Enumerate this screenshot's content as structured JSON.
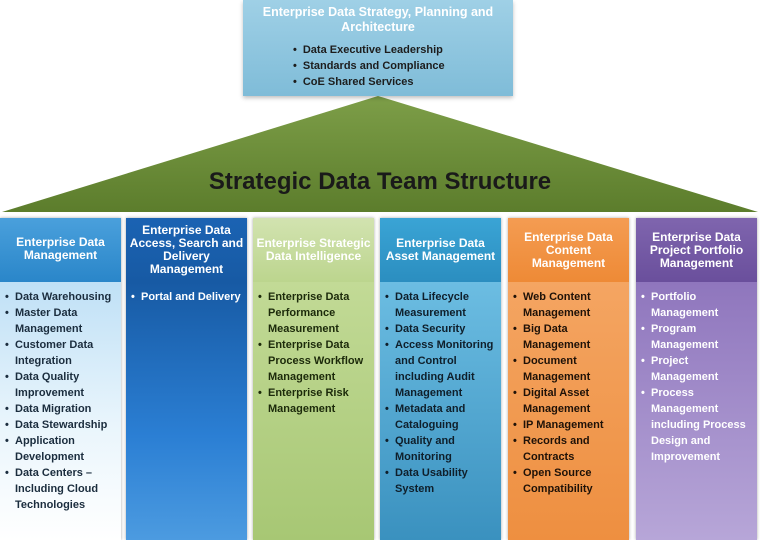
{
  "top": {
    "title": "Enterprise Data Strategy, Planning and Architecture",
    "items": [
      "Data Executive Leadership",
      "Standards and Compliance",
      "CoE Shared Services"
    ]
  },
  "roof_title": "Strategic Data Team Structure",
  "colors": {
    "roof": "#6b8c3a",
    "top_box": "#8ec6e0",
    "pillar1": "#2a86c9",
    "pillar2": "#175aa4",
    "pillar3": "#bcd58e",
    "pillar4": "#2b8ec0",
    "pillar5": "#ee8a36",
    "pillar6": "#6a4f9c"
  },
  "pillars": [
    {
      "title": "Enterprise Data Management",
      "items": [
        "Data Warehousing",
        "Master Data Management",
        "Customer Data Integration",
        "Data Quality Improvement",
        "Data Migration",
        "Data Stewardship",
        "Application Development",
        "Data Centers – Including Cloud Technologies"
      ]
    },
    {
      "title": "Enterprise Data Access, Search and Delivery Management",
      "items": [
        "Portal and Delivery"
      ]
    },
    {
      "title": "Enterprise Strategic Data Intelligence",
      "items": [
        "Enterprise Data Performance Measurement",
        "Enterprise Data Process Workflow Management",
        "Enterprise Risk Management"
      ]
    },
    {
      "title": "Enterprise Data Asset Management",
      "items": [
        "Data Lifecycle Measurement",
        "Data Security",
        "Access Monitoring and Control including Audit Management",
        "Metadata and Cataloguing",
        "Quality and Monitoring",
        "Data Usability System"
      ]
    },
    {
      "title": "Enterprise Data Content Management",
      "items": [
        "Web Content Management",
        "Big Data Management",
        "Document Management",
        "Digital Asset Management",
        "IP Management",
        "Records and Contracts",
        "Open Source Compatibility"
      ]
    },
    {
      "title": "Enterprise Data Project Portfolio Management",
      "items": [
        "Portfolio Management",
        "Program Management",
        "Project Management",
        "Process Management including Process Design and Improvement"
      ]
    }
  ]
}
